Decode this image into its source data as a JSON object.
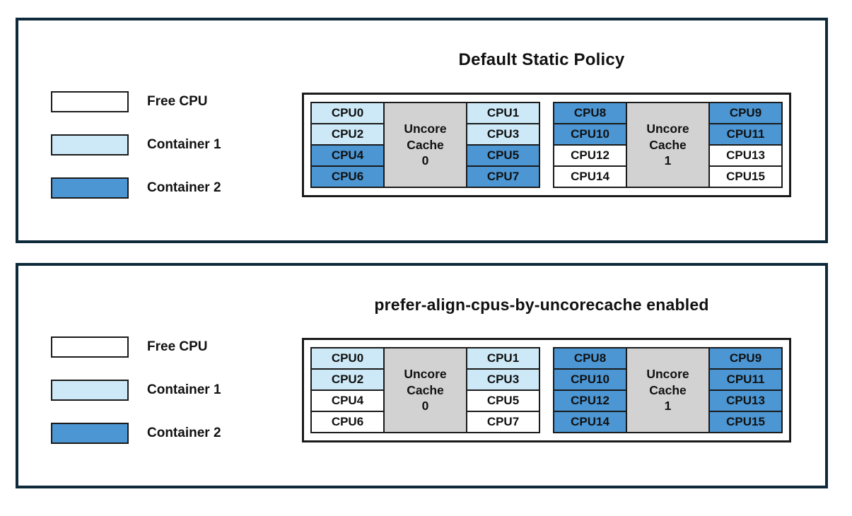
{
  "colors": {
    "free": "#ffffff",
    "container1": "#cde9f7",
    "container2": "#4b96d3",
    "cache": "#d2d2d2",
    "panel_border": "#0e2a3a",
    "cell_border": "#1a1a1a",
    "text": "#111111"
  },
  "legend": {
    "items": [
      {
        "label": "Free CPU",
        "color_key": "free"
      },
      {
        "label": "Container 1",
        "color_key": "container1"
      },
      {
        "label": "Container 2",
        "color_key": "container2"
      }
    ]
  },
  "panels": [
    {
      "title": "Default Static Policy",
      "caches": [
        {
          "label": "Uncore\nCache\n0",
          "left": [
            {
              "label": "CPU0",
              "state": "container1"
            },
            {
              "label": "CPU2",
              "state": "container1"
            },
            {
              "label": "CPU4",
              "state": "container2"
            },
            {
              "label": "CPU6",
              "state": "container2"
            }
          ],
          "right": [
            {
              "label": "CPU1",
              "state": "container1"
            },
            {
              "label": "CPU3",
              "state": "container1"
            },
            {
              "label": "CPU5",
              "state": "container2"
            },
            {
              "label": "CPU7",
              "state": "container2"
            }
          ]
        },
        {
          "label": "Uncore\nCache\n1",
          "left": [
            {
              "label": "CPU8",
              "state": "container2"
            },
            {
              "label": "CPU10",
              "state": "container2"
            },
            {
              "label": "CPU12",
              "state": "free"
            },
            {
              "label": "CPU14",
              "state": "free"
            }
          ],
          "right": [
            {
              "label": "CPU9",
              "state": "container2"
            },
            {
              "label": "CPU11",
              "state": "container2"
            },
            {
              "label": "CPU13",
              "state": "free"
            },
            {
              "label": "CPU15",
              "state": "free"
            }
          ]
        }
      ]
    },
    {
      "title": "prefer-align-cpus-by-uncorecache enabled",
      "caches": [
        {
          "label": "Uncore\nCache\n0",
          "left": [
            {
              "label": "CPU0",
              "state": "container1"
            },
            {
              "label": "CPU2",
              "state": "container1"
            },
            {
              "label": "CPU4",
              "state": "free"
            },
            {
              "label": "CPU6",
              "state": "free"
            }
          ],
          "right": [
            {
              "label": "CPU1",
              "state": "container1"
            },
            {
              "label": "CPU3",
              "state": "container1"
            },
            {
              "label": "CPU5",
              "state": "free"
            },
            {
              "label": "CPU7",
              "state": "free"
            }
          ]
        },
        {
          "label": "Uncore\nCache\n1",
          "left": [
            {
              "label": "CPU8",
              "state": "container2"
            },
            {
              "label": "CPU10",
              "state": "container2"
            },
            {
              "label": "CPU12",
              "state": "container2"
            },
            {
              "label": "CPU14",
              "state": "container2"
            }
          ],
          "right": [
            {
              "label": "CPU9",
              "state": "container2"
            },
            {
              "label": "CPU11",
              "state": "container2"
            },
            {
              "label": "CPU13",
              "state": "container2"
            },
            {
              "label": "CPU15",
              "state": "container2"
            }
          ]
        }
      ]
    }
  ]
}
